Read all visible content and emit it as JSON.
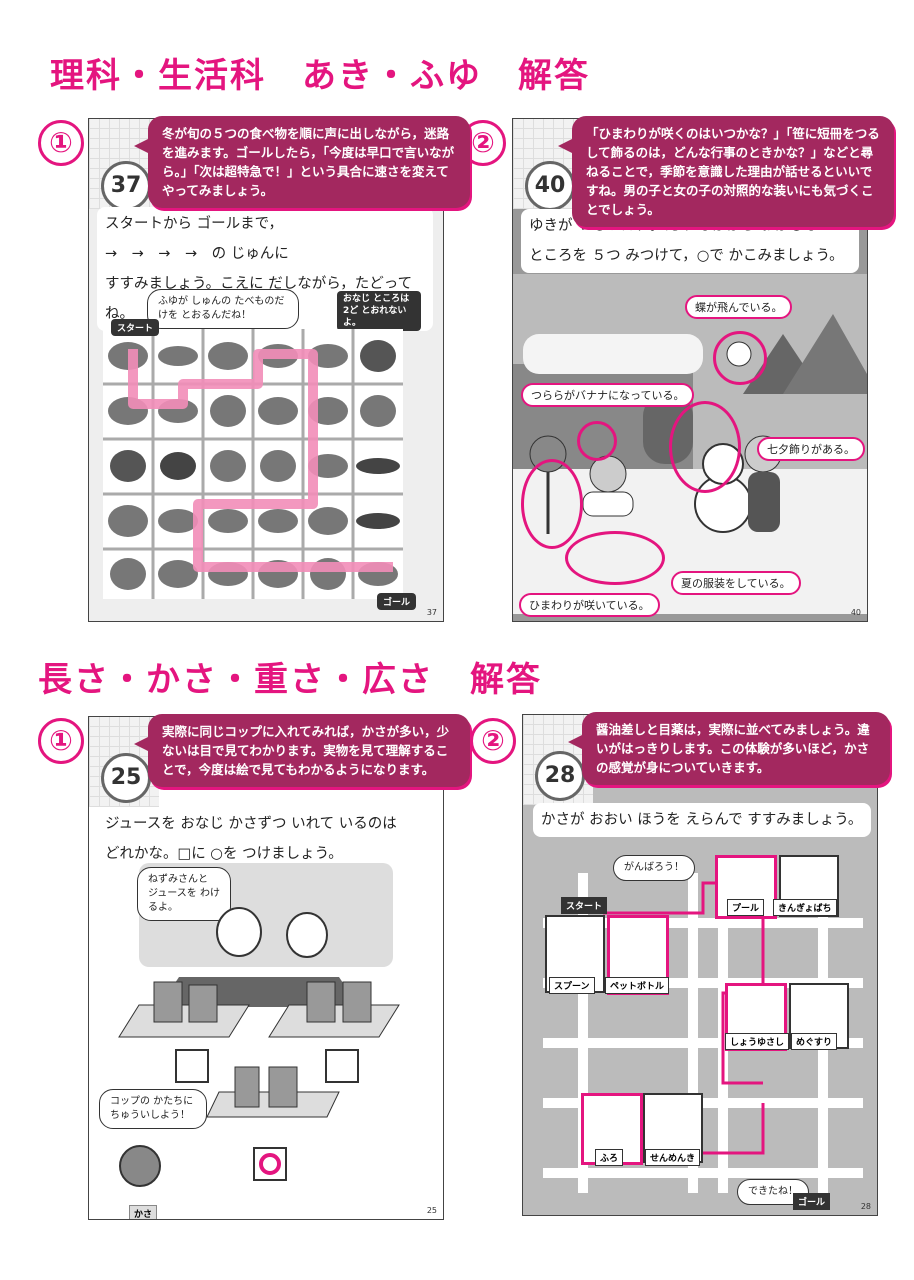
{
  "section1": {
    "title": "理科・生活科　あき・ふゆ　解答",
    "n1": "①",
    "n2": "②"
  },
  "page37": {
    "num": "37",
    "callout": "冬が旬の５つの食べ物を順に声に出しながら，迷路を進みます。ゴールしたら，「今度は早口で言いながら。」「次は超特急で！」という具合に速さを変えてやってみましょう。",
    "instr1": "スタートから ゴールまで，",
    "instr2": "→　→　→　→　の じゅんに",
    "instr3": "すすみましょう。こえに だしながら，たどってね。",
    "bubble": "ふゆが しゅんの たべものだけを とおるんだね！",
    "note": "おなじ ところは 2ど とおれないよ。",
    "start": "スタート",
    "goal": "ゴール",
    "foot": "37"
  },
  "page40": {
    "num": "40",
    "callout": "「ひまわりが咲くのはいつかな？」「笹に短冊をつるして飾るのは，どんな行事のときかな？」などと尋ねることで，季節を意識した理由が話せるといいですね。男の子と女の子の対照的な装いにも気づくことでしょう。",
    "instr1": "ゆきが つもったね。えの なかから おかしな",
    "instr2": "ところを ５つ みつけて，○で かこみましょう。",
    "labels": [
      "蝶が飛んでいる。",
      "つららがバナナになっている。",
      "七夕飾りがある。",
      "夏の服装をしている。",
      "ひまわりが咲いている。"
    ],
    "foot": "40"
  },
  "section2": {
    "title": "長さ・かさ・重さ・広さ　解答",
    "n1": "①",
    "n2": "②"
  },
  "page25": {
    "num": "25",
    "callout": "実際に同じコップに入れてみれば，かさが多い，少ないは目で見てわかります。実物を見て理解することで，今度は絵で見てもわかるようになります。",
    "instr1": "ジュースを おなじ かさずつ いれて いるのは",
    "instr2": "どれかな。□に ○を つけましょう。",
    "bubble1": "ねずみさんと ジュースを わけるよ。",
    "bubble2": "コップの かたちに ちゅういしよう！",
    "tag": "かさ",
    "foot": "25"
  },
  "page28": {
    "num": "28",
    "callout": "醤油差しと目薬は，実際に並べてみましょう。違いがはっきりします。この体験が多いほど，かさの感覚が身についていきます。",
    "instr": "かさが おおい ほうを えらんで すすみましょう。",
    "bubble1": "がんばろう！",
    "bubble2": "できたね！",
    "start": "スタート",
    "goal": "ゴール",
    "items": [
      "プール",
      "きんぎょばち",
      "スプーン",
      "ペットボトル",
      "しょうゆさし",
      "めぐすり",
      "ふろ",
      "せんめんき"
    ],
    "foot": "28"
  },
  "colors": {
    "accent": "#e4157f",
    "callout": "#a3285f",
    "pink_path": "#f28db8"
  }
}
